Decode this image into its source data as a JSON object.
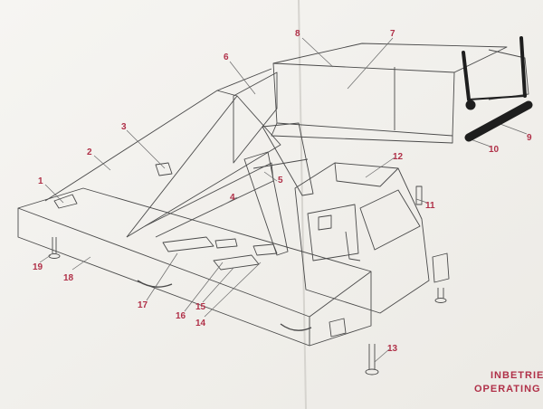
{
  "diagram": {
    "label_color": "#b03048",
    "line_color": "#4a4a4a",
    "callouts": [
      {
        "id": "1",
        "text": "1"
      },
      {
        "id": "2",
        "text": "2"
      },
      {
        "id": "3",
        "text": "3"
      },
      {
        "id": "4",
        "text": "4"
      },
      {
        "id": "5",
        "text": "5"
      },
      {
        "id": "6",
        "text": "6"
      },
      {
        "id": "7",
        "text": "7"
      },
      {
        "id": "8",
        "text": "8"
      },
      {
        "id": "9",
        "text": "9"
      },
      {
        "id": "10",
        "text": "10"
      },
      {
        "id": "11",
        "text": "11"
      },
      {
        "id": "12",
        "text": "12"
      },
      {
        "id": "13",
        "text": "13"
      },
      {
        "id": "14",
        "text": "14"
      },
      {
        "id": "15",
        "text": "15"
      },
      {
        "id": "16",
        "text": "16"
      },
      {
        "id": "17",
        "text": "17"
      },
      {
        "id": "18",
        "text": "18"
      },
      {
        "id": "19",
        "text": "19"
      }
    ],
    "caption_lines": [
      "INBETRIE",
      "OPERATING"
    ]
  }
}
